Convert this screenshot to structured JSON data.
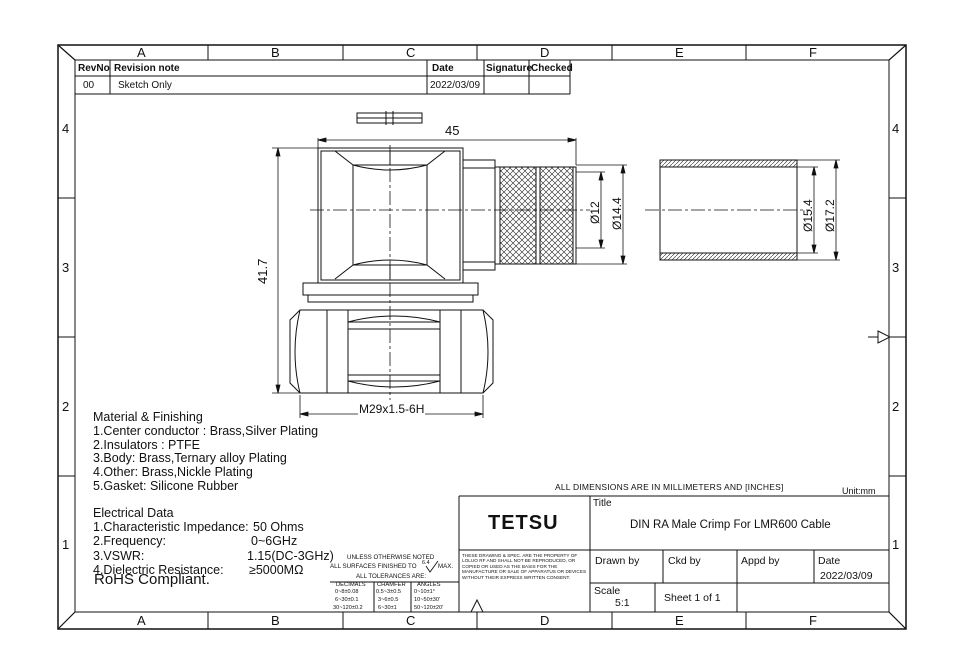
{
  "frame": {
    "columns": [
      "A",
      "B",
      "C",
      "D",
      "E",
      "F"
    ],
    "rows": [
      "4",
      "3",
      "2",
      "1"
    ]
  },
  "revision_table": {
    "headers": {
      "revno": "RevNo",
      "note": "Revision note",
      "date": "Date",
      "signature": "Signature",
      "checked": "Checked"
    },
    "rows": [
      {
        "revno": "00",
        "note": "Sketch Only",
        "date": "2022/03/09",
        "signature": "",
        "checked": ""
      }
    ]
  },
  "dimensions": {
    "width_top": "45",
    "height_left": "41.7",
    "d12": "Ø12",
    "d14": "Ø14.4",
    "d15": "Ø15.4",
    "d17": "Ø17.2",
    "thread": "M29x1.5-6H"
  },
  "notes": {
    "title": "Material & Finishing",
    "items": [
      "1.Center conductor : Brass,Silver Plating",
      "2.Insulators  :  PTFE",
      "3.Body: Brass,Ternary alloy Plating",
      "4.Other:  Brass,Nickle Plating",
      "5.Gasket: Silicone Rubber"
    ]
  },
  "electrical": {
    "title": "Electrical Data",
    "items": [
      {
        "label": "1.Characteristic Impedance:",
        "value": "50 Ohms"
      },
      {
        "label": "2.Frequency:",
        "value": "0~6GHz"
      },
      {
        "label": "3.VSWR:",
        "value": "1.15(DC-3GHz)"
      },
      {
        "label": "4.Dielectric Resistance:",
        "value": "≥5000MΩ"
      }
    ]
  },
  "rohs": "RoHS Compliant.",
  "all_dims_note": "ALL DIMENSIONS ARE IN MILLIMETERS AND [INCHES]",
  "unit": "Unit:mm",
  "title_block": {
    "company": "TETSU",
    "title_label": "Title",
    "title": "DIN RA Male  Crimp For LMR600 Cable",
    "drawn_by": "Drawn by",
    "ckd_by": "Ckd by",
    "appd_by": "Appd by",
    "date_label": "Date",
    "date": "2022/03/09",
    "scale_label": "Scale",
    "scale": "5:1",
    "sheet": "Sheet 1 of 1",
    "disclaimer": "THESE DRAWING & SPEC. ARE THE PROPERTY OF LOLUO RF AND SHALL NOT BE REPRODUCED, OR COPIED OR USED AS THE BASIS FOR THE MANUFACTURE OR SALE OF APPARATUS OR DEVICES WITHOUT THEIR EXPRESS WRITTEN CONSENT.",
    "tolerance": {
      "line1": "UNLESS OTHERWISE NOTED",
      "line2": "ALL SURFACES FINISHED TO",
      "finish": "6.4",
      "max": "MAX.",
      "line3": "ALL TOLERANCES ARE:",
      "headers": [
        "DECIMALS",
        "CHAMFER",
        "ANGLES"
      ],
      "rows": [
        [
          "0~8±0.08",
          "0.5~3±0.5",
          "0~10±1°"
        ],
        [
          "6~30±0.1",
          "3~6±0.5",
          "10~50±30'"
        ],
        [
          "30~120±0.2",
          "6~30±1",
          "50~120±20'"
        ]
      ]
    }
  }
}
